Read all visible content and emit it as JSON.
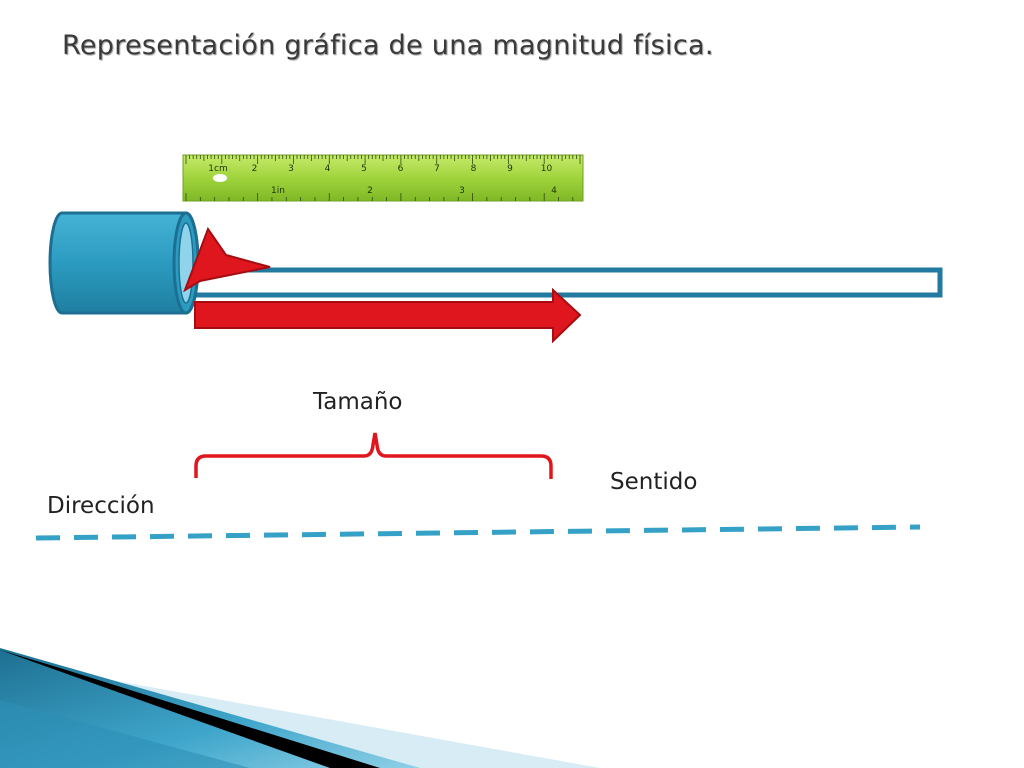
{
  "slide": {
    "title": "Representación gráfica de una magnitud física."
  },
  "labels": {
    "magnitude": "Tamaño",
    "sense": "Sentido",
    "direction": "Dirección"
  },
  "ruler": {
    "cm_marks": [
      "1cm",
      "2",
      "3",
      "4",
      "5",
      "6",
      "7",
      "8",
      "9",
      "10"
    ],
    "in_marks": [
      "1in",
      "2",
      "3",
      "4"
    ]
  },
  "colors": {
    "arrow": "#e0161e",
    "cylinder": "#2b9bbf",
    "dashed_line": "#35a1c6",
    "ruler": "#9fd43c"
  }
}
